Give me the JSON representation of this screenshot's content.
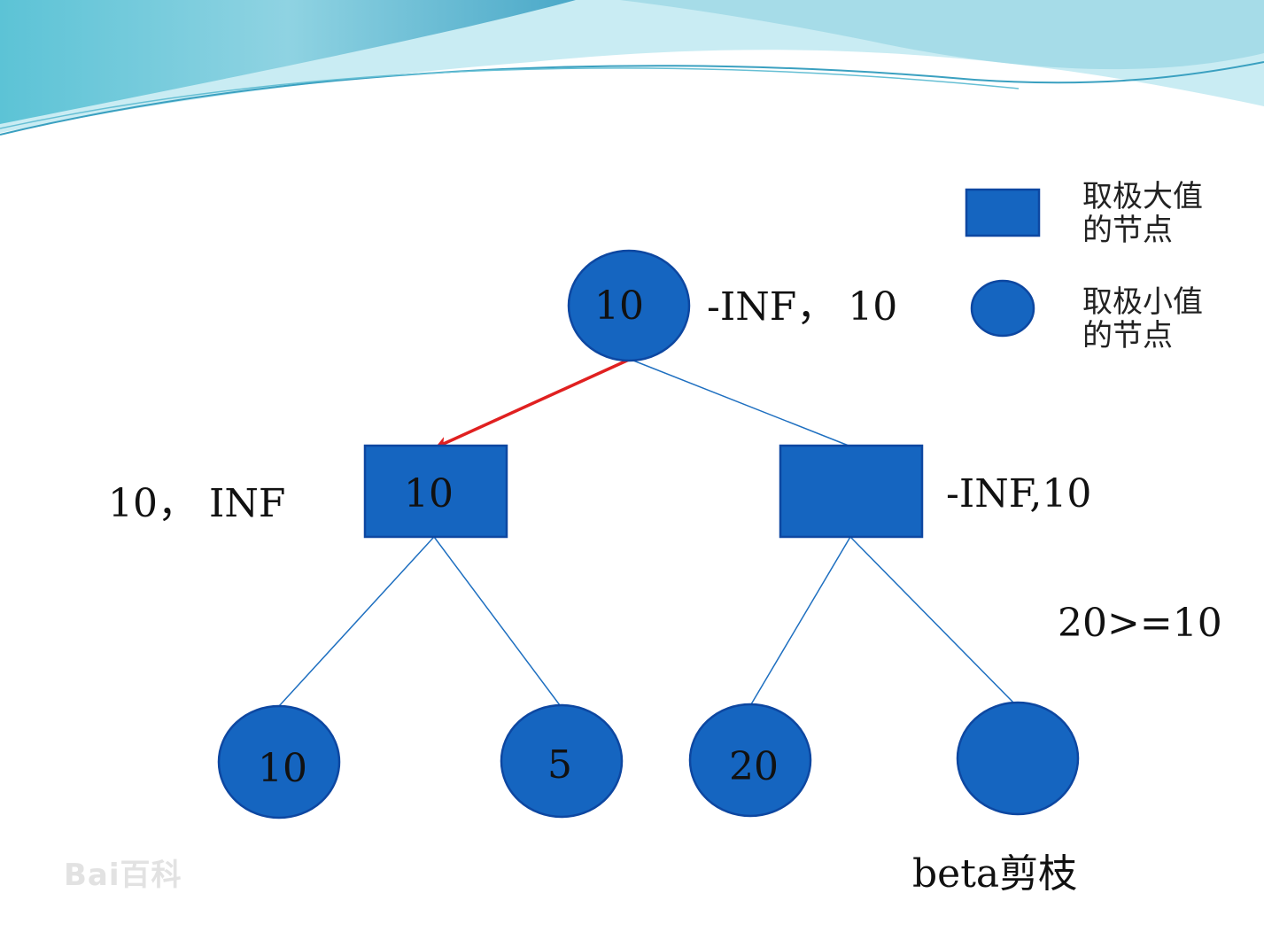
{
  "colors": {
    "node_fill": "#1565c0",
    "node_stroke": "#0d47a1",
    "edge": "#1e6fc0",
    "highlight_edge": "#e02020",
    "banner_light": "#bfe6f0",
    "banner_dark": "#56b8cf"
  },
  "legend": {
    "max_node_label": "取极大值的节点",
    "max_node_line1": "取极大值",
    "max_node_line2": "的节点",
    "min_node_line1": "取极小值",
    "min_node_line2": "的节点"
  },
  "nodes": {
    "root": {
      "shape": "circle",
      "value": "10"
    },
    "max_left": {
      "shape": "rect",
      "value": "10"
    },
    "max_right": {
      "shape": "rect",
      "value": ""
    },
    "leaf_1": {
      "shape": "circle",
      "value": "10"
    },
    "leaf_2": {
      "shape": "circle",
      "value": "5"
    },
    "leaf_3": {
      "shape": "circle",
      "value": "20"
    },
    "leaf_4": {
      "shape": "circle",
      "value": ""
    }
  },
  "annotations": {
    "root_bounds": "-INF， 10",
    "left_bounds": "10， INF",
    "right_bounds": "-INF,10",
    "comparison": "20>=10",
    "caption": "beta剪枝"
  },
  "watermark": "Bai百科"
}
